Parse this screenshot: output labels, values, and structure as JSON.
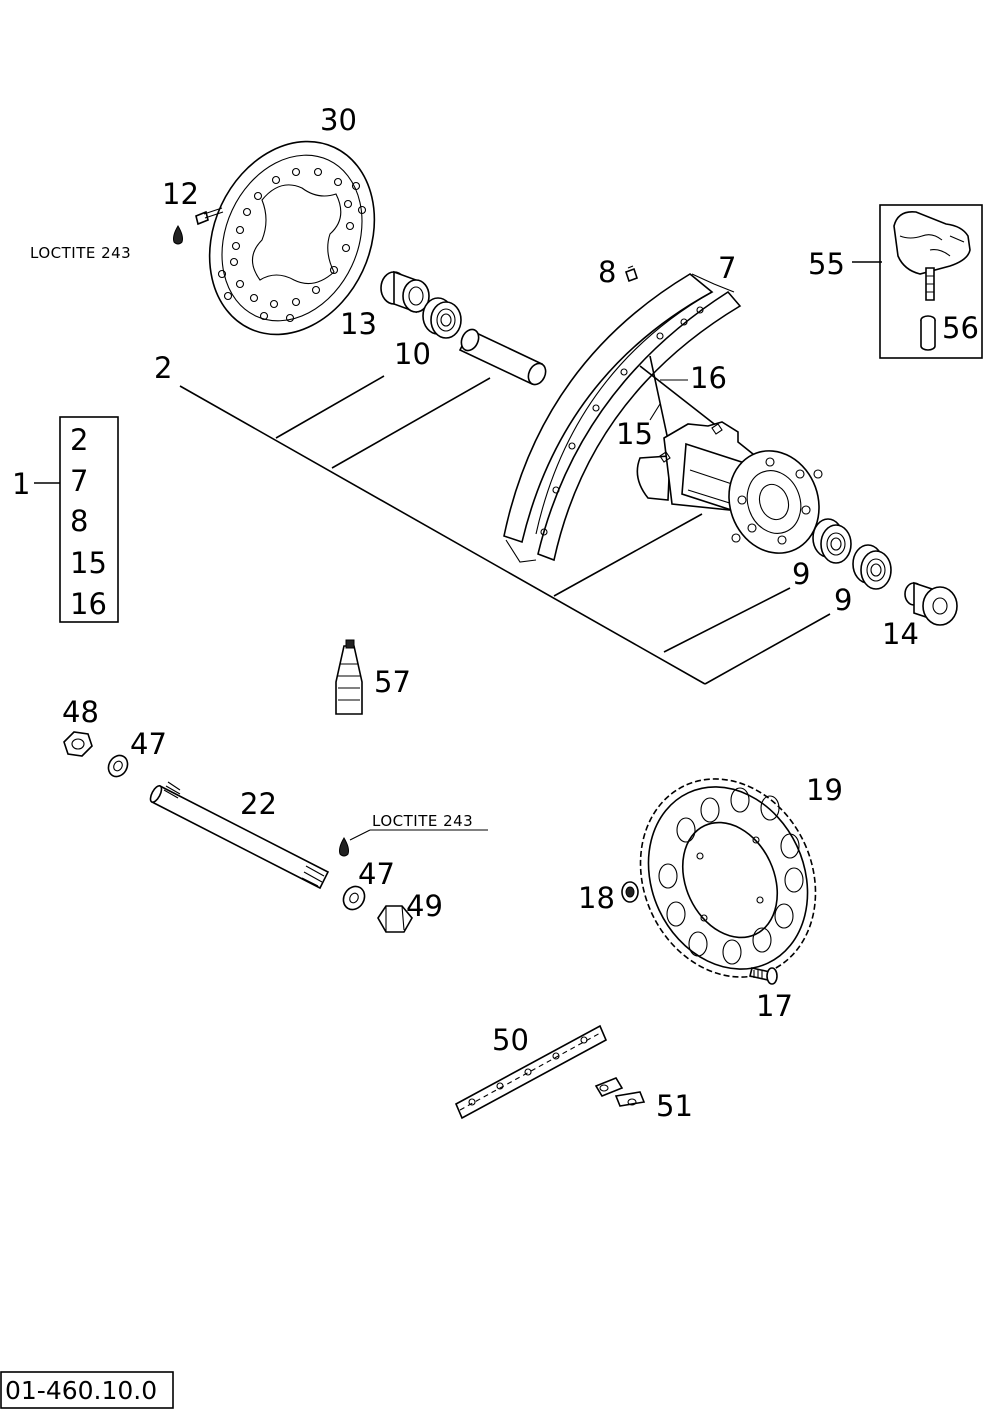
{
  "diagram": {
    "callouts": {
      "p30": "30",
      "p12": "12",
      "p13": "13",
      "p10": "10",
      "p2": "2",
      "p8": "8",
      "p7": "7",
      "p16": "16",
      "p15": "15",
      "p55": "55",
      "p56": "56",
      "p9a": "9",
      "p9b": "9",
      "p14": "14",
      "p1": "1",
      "p57": "57",
      "p48": "48",
      "p47a": "47",
      "p22": "22",
      "p47b": "47",
      "p49": "49",
      "p19": "19",
      "p18": "18",
      "p17": "17",
      "p50": "50",
      "p51": "51"
    },
    "kit_list": [
      "2",
      "7",
      "8",
      "15",
      "16"
    ],
    "notes": {
      "loctite_top": "LOCTITE 243",
      "loctite_axle": "LOCTITE 243"
    },
    "drawing_number": "01-460.10.0"
  }
}
